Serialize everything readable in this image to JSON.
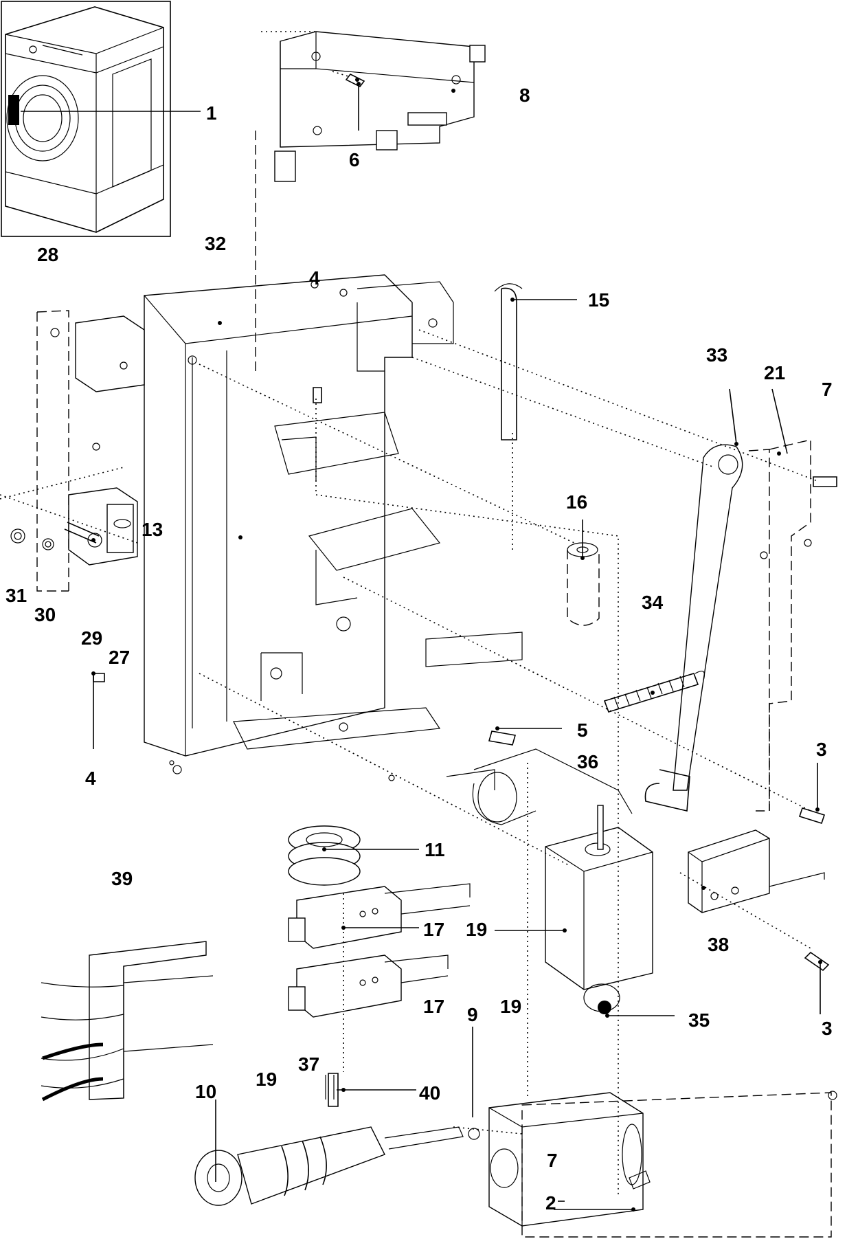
{
  "labels": {
    "l1": "1",
    "l2": "2",
    "l3a": "3",
    "l3b": "3",
    "l4a": "4",
    "l4b": "4",
    "l5": "5",
    "l6": "6",
    "l7a": "7",
    "l7b": "7",
    "l8": "8",
    "l9": "9",
    "l10": "10",
    "l11": "11",
    "l13": "13",
    "l15": "15",
    "l16": "16",
    "l17a": "17",
    "l17b": "17",
    "l19a": "19",
    "l19b": "19",
    "l19c": "19",
    "l21": "21",
    "l27": "27",
    "l28": "28",
    "l29": "29",
    "l30": "30",
    "l31": "31",
    "l32": "32",
    "l33": "33",
    "l34": "34",
    "l35": "35",
    "l36": "36",
    "l37": "37",
    "l38": "38",
    "l39": "39",
    "l40": "40"
  }
}
